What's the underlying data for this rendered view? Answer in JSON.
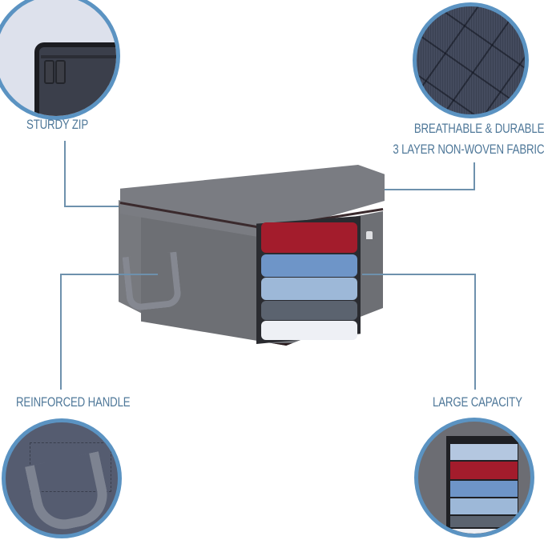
{
  "infographic": {
    "product": "non-woven fabric storage bag",
    "features": [
      {
        "id": "zip",
        "label": "STURDY ZIP"
      },
      {
        "id": "fabric",
        "label_line1": "BREATHABLE & DURABLE",
        "label_line2": "3 LAYER NON-WOVEN FABRIC"
      },
      {
        "id": "handle",
        "label": "REINFORCED HANDLE"
      },
      {
        "id": "capacity",
        "label": "LARGE CAPACITY"
      }
    ],
    "colors": {
      "accent_text": "#4f7899",
      "callout_line": "#6e91ad",
      "circle_border": "#5b93c2",
      "bag_gray": "#6d6f74",
      "trim": "#3a2a2d"
    },
    "folded_items_colors": [
      "#a31c2c",
      "#6e95c8",
      "#9db8d8",
      "#5b636f",
      "#eef0f5"
    ]
  }
}
